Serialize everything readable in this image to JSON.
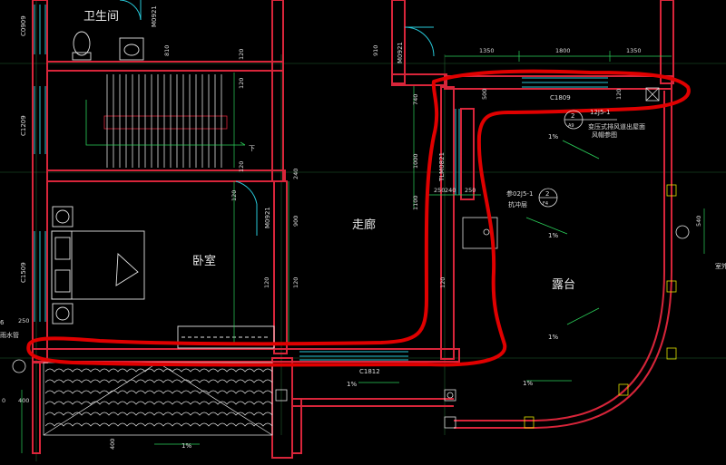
{
  "rooms": {
    "bathroom": "卫生间",
    "corridor": "走廊",
    "bedroom": "卧室",
    "terrace": "露台"
  },
  "doors": {
    "m0921_a": "M0921",
    "m0921_b": "M0921",
    "m0921_c": "M0921",
    "tlm0821": "TLM0821"
  },
  "windows": {
    "c0909": "C0909",
    "c1209": "C1209",
    "c1509": "C1509",
    "c1809": "C1809",
    "c1812": "C1812"
  },
  "dimensions": {
    "d1350a": "1350",
    "d1800": "1800",
    "d1350b": "1350",
    "d810": "810",
    "d910": "910",
    "d120a": "120",
    "d120b": "120",
    "d120c": "120",
    "d120d": "120",
    "d120e": "120",
    "d120f": "120",
    "d120g": "120",
    "d120h": "120",
    "d240a": "240",
    "d240b": "240",
    "d250a": "250",
    "d250b": "250",
    "d500": "500",
    "d740": "740",
    "d1000": "1000",
    "d1100": "1100",
    "d900": "900",
    "d540": "540",
    "d400a": "400",
    "d400b": "400",
    "d250c": "250",
    "d0": "0"
  },
  "slopes": {
    "s1": "1%",
    "s2": "1%",
    "s3": "1%",
    "s4": "1%",
    "s5": "1%",
    "s6": "1%"
  },
  "notes": {
    "detail_ref": "12J5-1",
    "detail_circle_top": "2",
    "detail_circle_bottom": "A9",
    "vent_note_1": "变压式排风道出屋面",
    "vent_note_2": "风帽参图",
    "ref2": "参02J5-1",
    "ref2_circle_top": "2",
    "ref2_circle_bottom": "F4",
    "waterproof": "抗冲层",
    "stair_down": "下",
    "rain_pipe": "雨水管",
    "left_edge": "6",
    "right_edge": "室外"
  },
  "colors": {
    "background": "#000000",
    "wall": "#d8253a",
    "window": "#27c8d8",
    "dimension": "#2bd05a",
    "annotation_circle": "#e00000",
    "text": "#e6e6e6"
  }
}
